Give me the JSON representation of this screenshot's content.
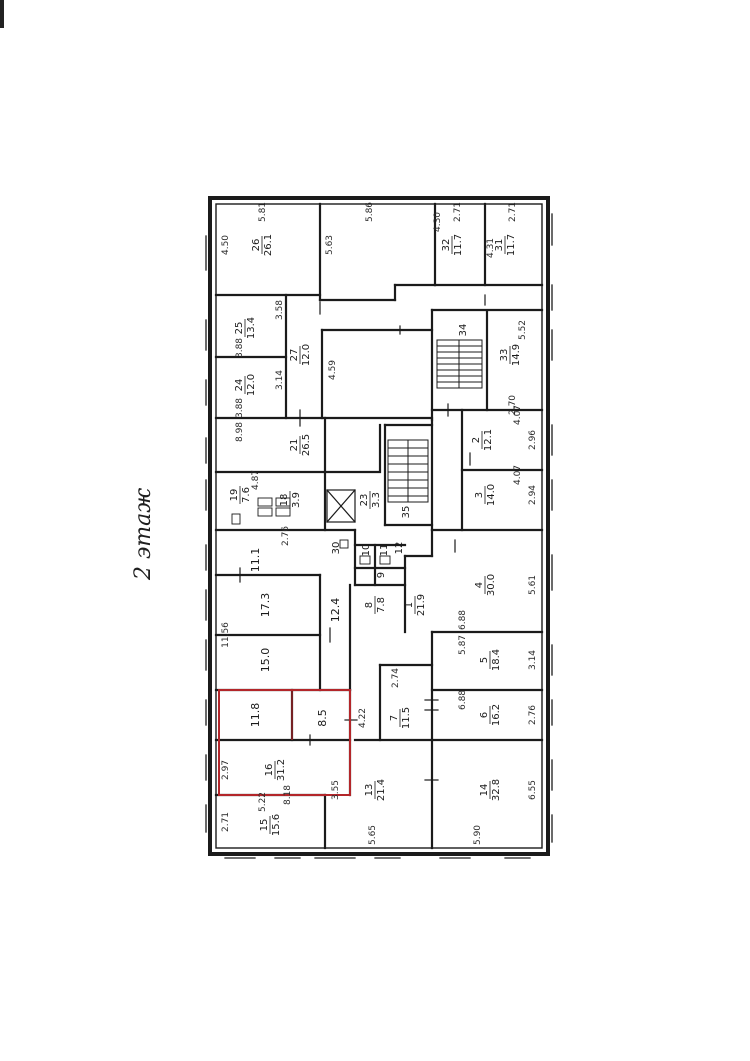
{
  "floor_caption": "2 этаж",
  "highlight_color": "#b3262a",
  "rooms": [
    {
      "id": "26",
      "area": "26.1",
      "dims": [
        "4.50",
        "5.81"
      ]
    },
    {
      "id": "",
      "area": "",
      "dims": [
        "5.63",
        "5.86"
      ]
    },
    {
      "id": "32",
      "area": "11.7",
      "dims": [
        "4.30",
        "2.71"
      ]
    },
    {
      "id": "31",
      "area": "11.7",
      "dims": [
        "4.31",
        "2.71"
      ]
    },
    {
      "id": "25",
      "area": "13.4",
      "dims": [
        "3.58",
        "3.88"
      ]
    },
    {
      "id": "24",
      "area": "12.0",
      "dims": [
        "3.14",
        "3.88"
      ]
    },
    {
      "id": "27",
      "area": "12.0",
      "dims": []
    },
    {
      "id": "",
      "area": "",
      "dims": [
        "4.59"
      ]
    },
    {
      "id": "34",
      "area": "",
      "dims": []
    },
    {
      "id": "33",
      "area": "14.9",
      "dims": [
        "5.52",
        "2.70"
      ]
    },
    {
      "id": "21",
      "area": "26.5",
      "dims": [
        "8.98"
      ]
    },
    {
      "id": "2",
      "area": "12.1",
      "dims": [
        "2.96",
        "4.07"
      ]
    },
    {
      "id": "19",
      "area": "7.6",
      "dims": [
        "4.87"
      ]
    },
    {
      "id": "18",
      "area": "3.9",
      "dims": []
    },
    {
      "id": "23",
      "area": "3.3",
      "dims": []
    },
    {
      "id": "35",
      "area": "",
      "dims": []
    },
    {
      "id": "3",
      "area": "14.0",
      "dims": [
        "2.94",
        "4.07"
      ]
    },
    {
      "id": "",
      "area": "11.1",
      "dims": [
        "2.76"
      ]
    },
    {
      "id": "30",
      "area": "",
      "dims": []
    },
    {
      "id": "10",
      "area": "",
      "dims": []
    },
    {
      "id": "11",
      "area": "",
      "dims": []
    },
    {
      "id": "12",
      "area": "",
      "dims": []
    },
    {
      "id": "9",
      "area": "",
      "dims": []
    },
    {
      "id": "4",
      "area": "30.0",
      "dims": [
        "5.61",
        "6.88"
      ]
    },
    {
      "id": "",
      "area": "17.3",
      "dims": []
    },
    {
      "id": "8",
      "area": "7.8",
      "dims": []
    },
    {
      "id": "1",
      "area": "21.9",
      "dims": []
    },
    {
      "id": "",
      "area": "12.4",
      "dims": []
    },
    {
      "id": "",
      "area": "15.0",
      "dims": [
        "11.56"
      ]
    },
    {
      "id": "5",
      "area": "18.4",
      "dims": [
        "3.14",
        "5.87"
      ]
    },
    {
      "id": "7",
      "area": "11.5",
      "dims": [
        "4.22",
        "2.74"
      ]
    },
    {
      "id": "",
      "area": "11.8",
      "dims": []
    },
    {
      "id": "",
      "area": "8.5",
      "dims": []
    },
    {
      "id": "6",
      "area": "16.2",
      "dims": [
        "2.76",
        "6.88"
      ]
    },
    {
      "id": "16",
      "area": "31.2",
      "dims": [
        "2.97",
        "8.18"
      ]
    },
    {
      "id": "13",
      "area": "21.4",
      "dims": [
        "3.55",
        "5.65"
      ]
    },
    {
      "id": "14",
      "area": "32.8",
      "dims": [
        "6.55",
        "5.90"
      ]
    },
    {
      "id": "15",
      "area": "15.6",
      "dims": [
        "2.71",
        "5.22"
      ]
    }
  ]
}
